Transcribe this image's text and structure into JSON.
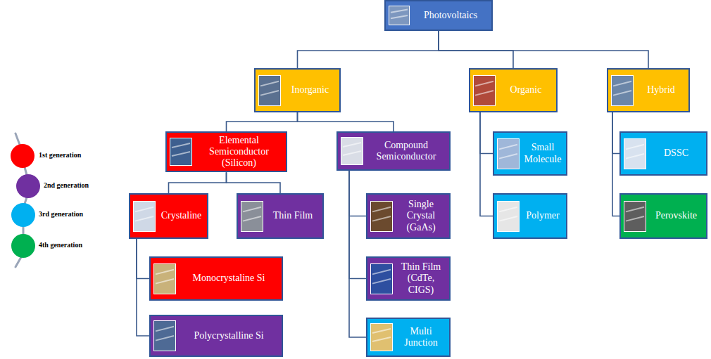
{
  "diagram": {
    "nodes": [
      {
        "text": [
          "Photovoltaics"
        ]
      },
      {
        "text": [
          "Inorganic"
        ]
      },
      {
        "text": [
          "Organic"
        ]
      },
      {
        "text": [
          "Hybrid"
        ]
      },
      {
        "text": [
          "Elemental Semiconductor (Silicon)"
        ]
      },
      {
        "text": [
          "Compound Semiconductor"
        ]
      },
      {
        "text": [
          "Crystaline"
        ]
      },
      {
        "text": [
          "Thin Film"
        ]
      },
      {
        "text": [
          "Monocrystaline Si"
        ]
      },
      {
        "text": [
          "Polycrystalline Si"
        ]
      },
      {
        "text": [
          "Single Crystal (GaAs)"
        ]
      },
      {
        "text": [
          "Thin Film (CdTe, CIGS)"
        ]
      },
      {
        "text": [
          "Multi Junction"
        ]
      },
      {
        "text": [
          "Small Molecule"
        ]
      },
      {
        "text": [
          "Polymer"
        ]
      },
      {
        "text": [
          "DSSC"
        ]
      },
      {
        "text": [
          "Perovskite"
        ]
      }
    ],
    "edges": [
      {
        "from": 0,
        "to": 1,
        "arrow": "none"
      },
      {
        "from": 0,
        "to": 2,
        "arrow": "none"
      },
      {
        "from": 0,
        "to": 3,
        "arrow": "none"
      },
      {
        "from": 1,
        "to": 4,
        "arrow": "none"
      },
      {
        "from": 1,
        "to": 5,
        "arrow": "none"
      },
      {
        "from": 4,
        "to": 6,
        "arrow": "none"
      },
      {
        "from": 4,
        "to": 7,
        "arrow": "none"
      },
      {
        "from": 6,
        "to": 8,
        "arrow": "none"
      },
      {
        "from": 6,
        "to": 9,
        "arrow": "none"
      },
      {
        "from": 5,
        "to": 10,
        "arrow": "none"
      },
      {
        "from": 5,
        "to": 11,
        "arrow": "none"
      },
      {
        "from": 5,
        "to": 12,
        "arrow": "none"
      },
      {
        "from": 2,
        "to": 13,
        "arrow": "none"
      },
      {
        "from": 2,
        "to": 14,
        "arrow": "none"
      },
      {
        "from": 3,
        "to": 15,
        "arrow": "none"
      },
      {
        "from": 3,
        "to": 16,
        "arrow": "none"
      }
    ],
    "legend": [
      {
        "text": "1st generation",
        "color": "#ff0000"
      },
      {
        "text": "2nd generation",
        "color": "#7030a0"
      },
      {
        "text": "3rd generation",
        "color": "#00b0f0"
      },
      {
        "text": "4th generation",
        "color": "#00b050"
      }
    ]
  }
}
